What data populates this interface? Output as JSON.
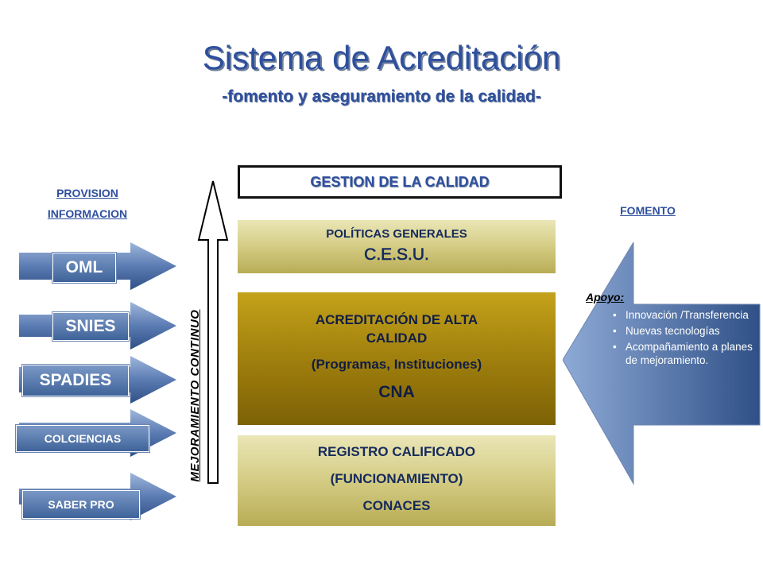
{
  "title": "Sistema de Acreditación",
  "subtitle": "-fomento y aseguramiento de la calidad-",
  "left_header_line1": "PROVISION",
  "left_header_line2": "INFORMACION",
  "right_header": "FOMENTO",
  "left_items": [
    "OML",
    "SNIES",
    "SPADIES",
    "COLCIENCIAS",
    "SABER PRO"
  ],
  "vertical_label": "MEJORAMIENTO CONTINUO",
  "gestion": "GESTION DE LA CALIDAD",
  "box1": {
    "line1": "POLÍTICAS  GENERALES",
    "line2": "C.E.S.U."
  },
  "box2": {
    "line1": "ACREDITACIÓN DE ALTA",
    "line2": "CALIDAD",
    "line3": "(Programas, Instituciones)",
    "line4": "CNA"
  },
  "box3": {
    "line1": "REGISTRO CALIFICADO",
    "line2": "(FUNCIONAMIENTO)",
    "line3": "CONACES"
  },
  "apoyo_title": "Apoyo:",
  "apoyo_items": [
    "Innovación /Transferencia",
    "Nuevas tecnologías",
    "Acompañamiento a planes de mejoramiento."
  ],
  "colors": {
    "title_blue": "#2e4f9e",
    "arrow_blue": "#4f6fa5",
    "gold": "#9c7c0c",
    "olive": "#d4cc84"
  }
}
